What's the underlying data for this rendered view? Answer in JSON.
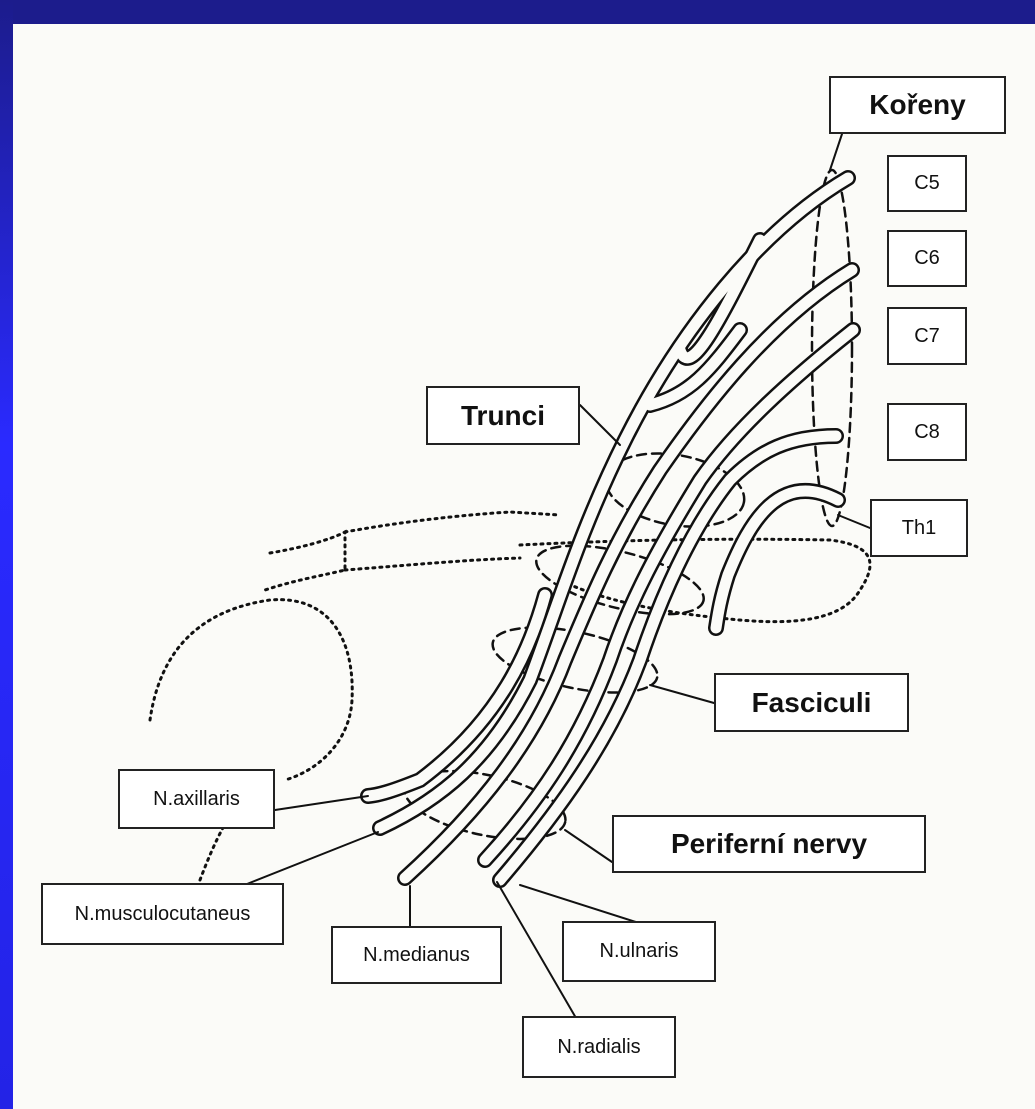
{
  "labels": {
    "koreny": "Kořeny",
    "c5": "C5",
    "c6": "C6",
    "c7": "C7",
    "c8": "C8",
    "th1": "Th1",
    "trunci": "Trunci",
    "fasciculi": "Fasciculi",
    "periferni": "Periferní nervy",
    "axillaris": "N.axillaris",
    "musculocutaneus": "N.musculocutaneus",
    "medianus": "N.medianus",
    "ulnaris": "N.ulnaris",
    "radialis": "N.radialis"
  },
  "colors": {
    "frame": "#1e1ee8",
    "paper": "#fbfbf8",
    "ink": "#111111"
  }
}
